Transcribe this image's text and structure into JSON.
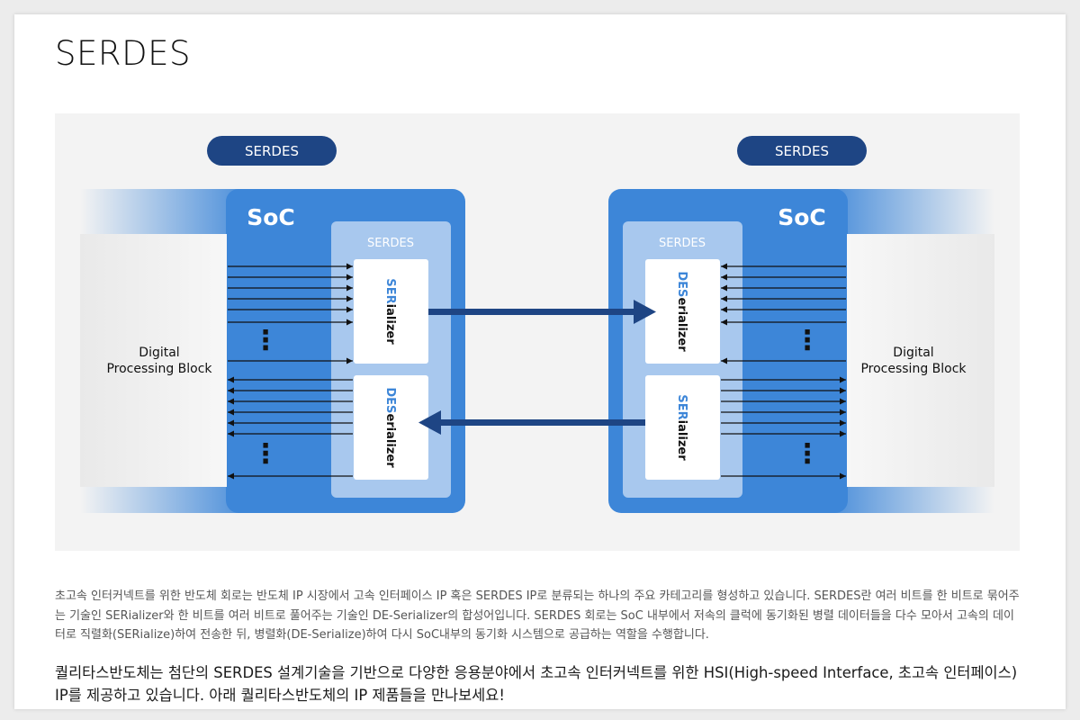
{
  "page": {
    "title": "SERDES"
  },
  "diagram": {
    "pill_label": "SERDES",
    "soc_label": "SoC",
    "inner_label": "SERDES",
    "block_label_line1": "Digital",
    "block_label_line2": "Processing Block",
    "serializer": {
      "prefix": "SER",
      "suffix": "ializer"
    },
    "deserializer": {
      "prefix": "DES",
      "suffix": "erializer"
    },
    "dots": "⋮",
    "colors": {
      "background": "#f3f3f3",
      "pill": "#1e4584",
      "soc": "#3d86d8",
      "serdes_panel": "#a8c8ee",
      "arrow": "#1e4584",
      "accent_text": "#3d86d8"
    }
  },
  "text": {
    "description": "초고속 인터커넥트를 위한 반도체 회로는 반도체 IP 시장에서 고속 인터페이스 IP 혹은 SERDES IP로 분류되는 하나의 주요 카테고리를 형성하고 있습니다. SERDES란 여러 비트를 한 비트로 묶어주는 기술인 SERializer와 한 비트를 여러 비트로 풀어주는 기술인 DE-Serializer의 합성어입니다. SERDES 회로는 SoC 내부에서 저속의 클럭에 동기화된 병렬 데이터들을 다수 모아서 고속의 데이터로 직렬화(SERialize)하여 전송한 뒤, 병렬화(DE-Serialize)하여 다시 SoC내부의 동기화 시스템으로 공급하는 역할을 수행합니다.",
    "lead": "퀄리타스반도체는 첨단의 SERDES 설계기술을 기반으로 다양한 응용분야에서 초고속 인터커넥트를 위한 HSI(High-speed Interface, 초고속 인터페이스) IP를 제공하고 있습니다. 아래 퀄리타스반도체의 IP 제품들을 만나보세요!"
  }
}
